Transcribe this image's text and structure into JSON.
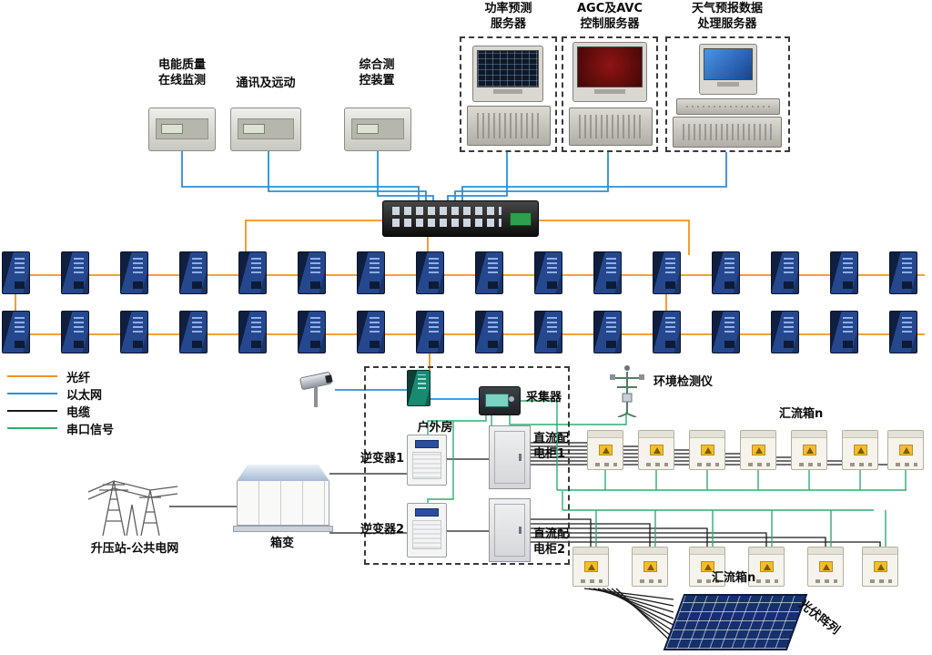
{
  "top_devices": [
    {
      "label": "电能质量\n在线监测"
    },
    {
      "label": "通讯及远动"
    },
    {
      "label": "综合测\n控装置"
    }
  ],
  "server_groups": [
    {
      "label": "功率预测\n服务器"
    },
    {
      "label": "AGC及AVC\n控制服务器"
    },
    {
      "label": "天气预报数据\n处理服务器"
    }
  ],
  "legend": [
    {
      "label": "光纤"
    },
    {
      "label": "以太网"
    },
    {
      "label": "电缆"
    },
    {
      "label": "串口信号"
    }
  ],
  "network": {
    "switch_row1_count": 16,
    "switch_row2_count": 16
  },
  "field": {
    "outdoor_room_label": "户外房",
    "collector_label": "采集器",
    "inverter1_label": "逆变器1",
    "inverter2_label": "逆变器2",
    "dc_cabinet1_label": "直流配\n电柜1",
    "dc_cabinet2_label": "直流配\n电柜2",
    "env_monitor_label": "环境检测仪",
    "combiner_row1_label": "汇流箱n",
    "combiner_row2_label": "汇流箱n",
    "combiner_row1_x": [
      645,
      701,
      757,
      813,
      869,
      925,
      975
    ],
    "combiner_row2_x": [
      629,
      694,
      757,
      822,
      887,
      947
    ],
    "pv_array_label": "光伏阵列",
    "grid_label": "升压站-公共电网",
    "transformer_label": "箱变"
  },
  "colors": {
    "fiber": "#f0941d",
    "ethernet": "#2b8fd8",
    "cable": "#1a1a1a",
    "serial": "#2fae6e"
  }
}
